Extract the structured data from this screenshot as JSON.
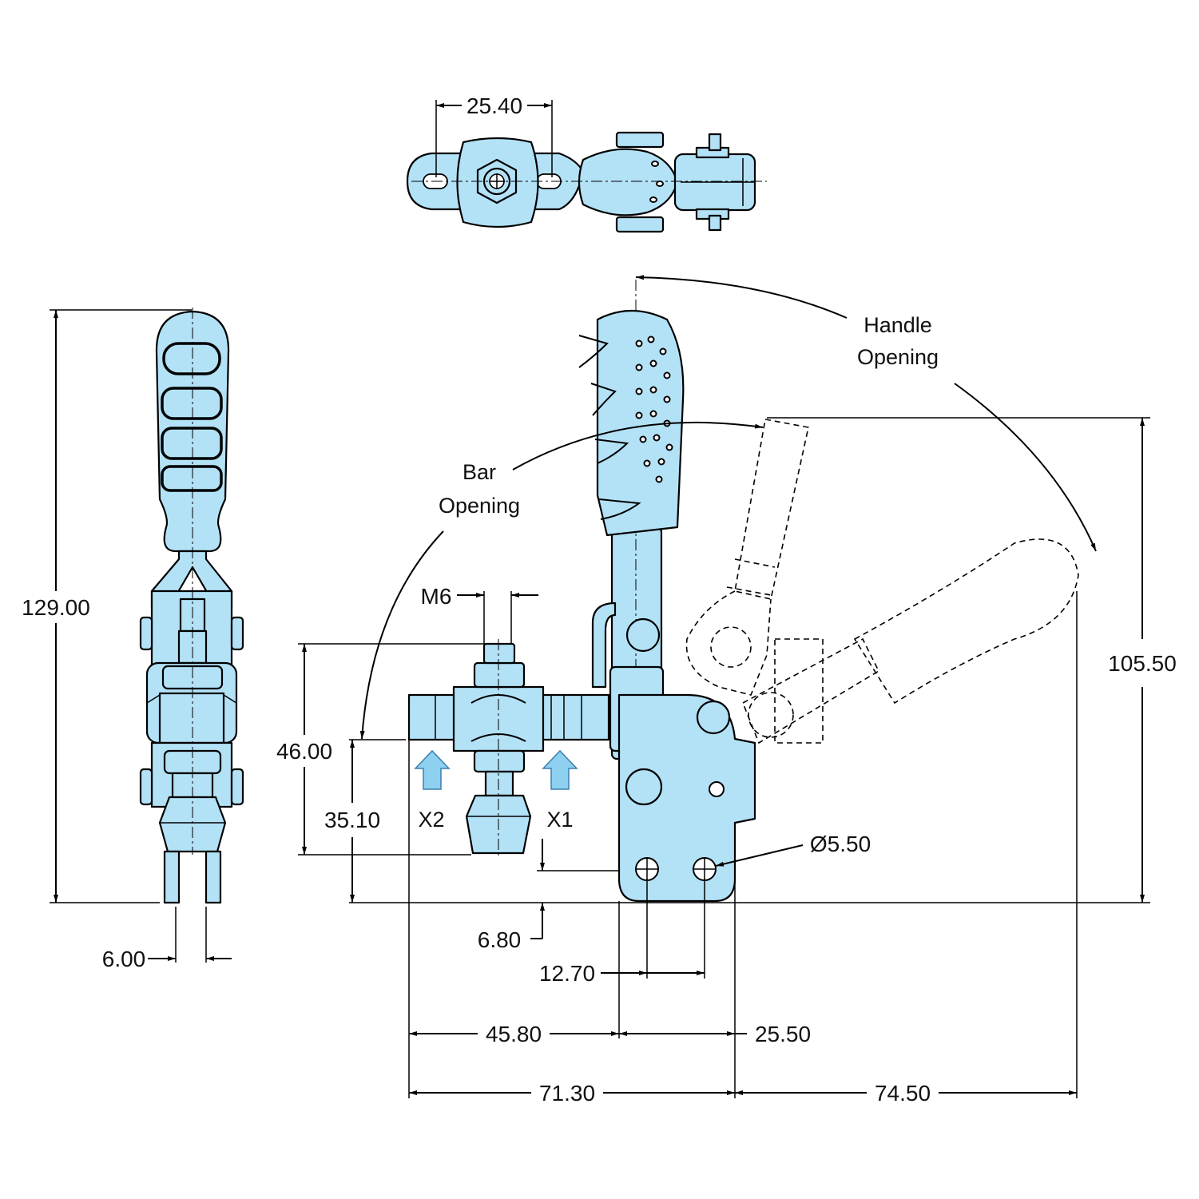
{
  "dimensions": {
    "top_width": "25.40",
    "overall_height": "129.00",
    "jaw_gap": "6.00",
    "thread": "M6",
    "bar_height": "46.00",
    "bar_to_base": "35.10",
    "base_offset": "6.80",
    "hole_spacing": "12.70",
    "hole_diameter": "Ø5.50",
    "bar_reach": "45.80",
    "base_width": "25.50",
    "overall_length": "71.30",
    "handle_reach": "74.50",
    "open_height": "105.50"
  },
  "labels": {
    "handle_opening_1": "Handle",
    "handle_opening_2": "Opening",
    "bar_opening_1": "Bar",
    "bar_opening_2": "Opening",
    "force_x2": "X2",
    "force_x1": "X1"
  },
  "colors": {
    "part_fill": "#b3e2f7",
    "arrow_fill": "#8ed0f0",
    "line": "#000000"
  }
}
